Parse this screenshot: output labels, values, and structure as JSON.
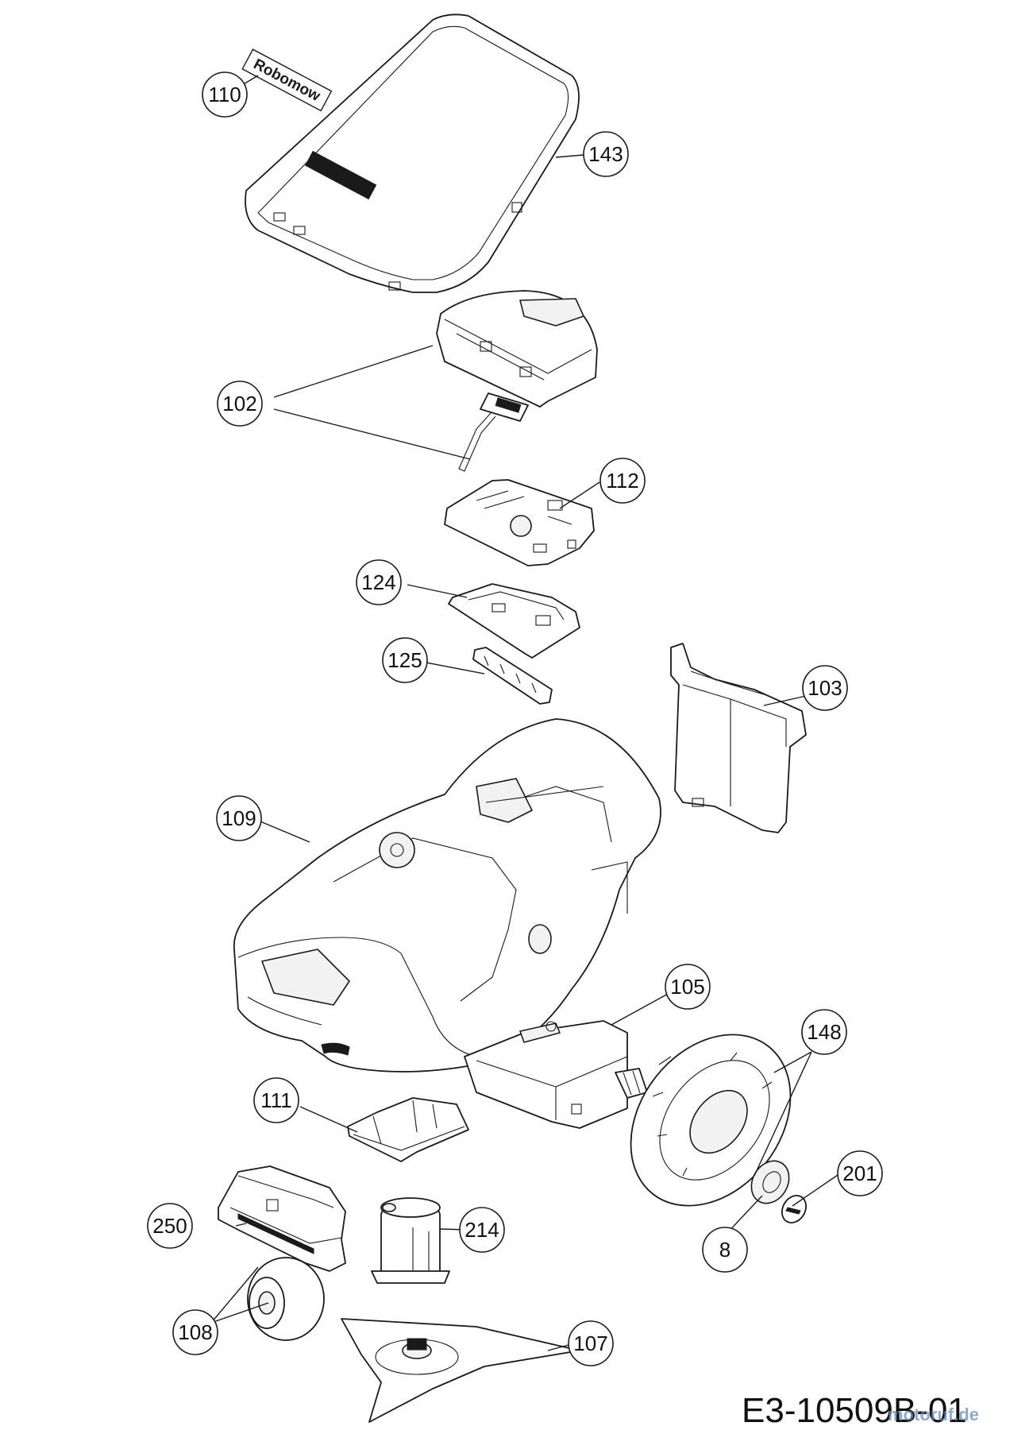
{
  "callouts": [
    "110",
    "143",
    "102",
    "112",
    "124",
    "125",
    "103",
    "109",
    "105",
    "148",
    "111",
    "201",
    "250",
    "214",
    "8",
    "108",
    "107"
  ],
  "reference_code": "E3-10509B-01",
  "watermark": "motoruf.de",
  "logo_text": "Robomow"
}
